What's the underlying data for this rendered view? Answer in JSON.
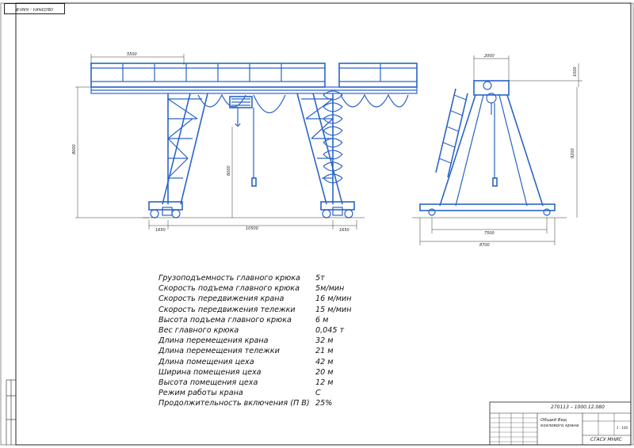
{
  "stamp": {
    "code": "ОБОЗНАЧ – КАН-В"
  },
  "dimensions": {
    "span_left": "5500",
    "cantilever_width": "2000",
    "overall_height": "8000",
    "lift_height": "6000",
    "left_outrigger": "1650",
    "main_span": "10500",
    "right_outrigger": "1650",
    "trolley_height": "1000",
    "side_height": "9200",
    "wheel_base": "7500",
    "overall_width": "8700"
  },
  "specs": [
    {
      "label": "Грузоподъемность главного крюка",
      "value": "5т"
    },
    {
      "label": "Скорость подъема главного крюка",
      "value": "5м/мин"
    },
    {
      "label": "Скорость передвижения крана",
      "value": "16 м/мин"
    },
    {
      "label": "Скорость передвижения тележки",
      "value": "15 м/мин"
    },
    {
      "label": "Высота подъема главного крюка",
      "value": "6 м"
    },
    {
      "label": "Вес главного крюка",
      "value": "0,045 т"
    },
    {
      "label": "Длина перемещения крана",
      "value": "32 м"
    },
    {
      "label": "Длина перемещения тележки",
      "value": "21 м"
    },
    {
      "label": "Длина помещения цеха",
      "value": "42 м"
    },
    {
      "label": "Ширина помещения цеха",
      "value": "20 м"
    },
    {
      "label": "Высота помещения цеха",
      "value": "12 м"
    },
    {
      "label": "Режим работы крана",
      "value": "С"
    },
    {
      "label": "Продолжительность включения (П В)",
      "value": "25%"
    }
  ],
  "title_block": {
    "doc_code": "270113 – 1000.12.080",
    "title": "Общий Вид козлового крана",
    "scale": "1 : 100",
    "organization": "СГАСУ МНИС"
  },
  "colors": {
    "drawing": "#2a64c8",
    "lines": "#222222"
  }
}
